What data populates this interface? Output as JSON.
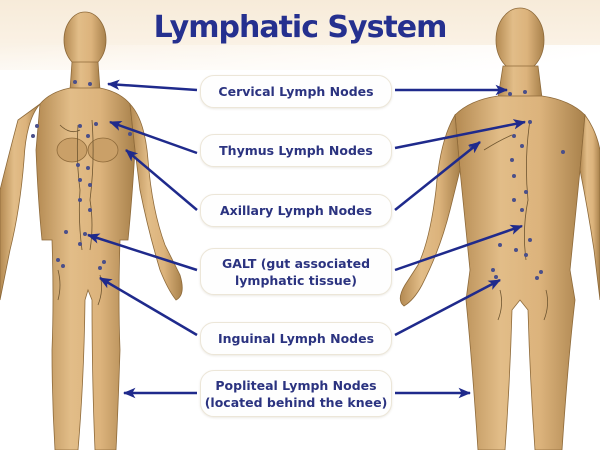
{
  "title": "Lymphatic System",
  "colors": {
    "title": "#25308f",
    "label_text": "#2b3380",
    "arrow": "#1f2a8c",
    "skin": "#d8b07a",
    "skin_shadow": "#a9824b",
    "node_dot": "#4a4f8a",
    "banner": "#f7ebd9"
  },
  "figures": [
    {
      "name": "female-figure",
      "position": "left"
    },
    {
      "name": "male-figure",
      "position": "right"
    }
  ],
  "labels": [
    {
      "id": "cervical",
      "lines": [
        "Cervical Lymph Nodes"
      ]
    },
    {
      "id": "thymus",
      "lines": [
        "Thymus Lymph Nodes"
      ]
    },
    {
      "id": "axillary",
      "lines": [
        "Axillary Lymph Nodes"
      ]
    },
    {
      "id": "galt",
      "lines": [
        "GALT (gut associated",
        "lymphatic tissue)"
      ]
    },
    {
      "id": "inguinal",
      "lines": [
        "Inguinal Lymph Nodes"
      ]
    },
    {
      "id": "popliteal",
      "lines": [
        "Popliteal Lymph Nodes",
        "(located behind the knee)"
      ]
    }
  ]
}
